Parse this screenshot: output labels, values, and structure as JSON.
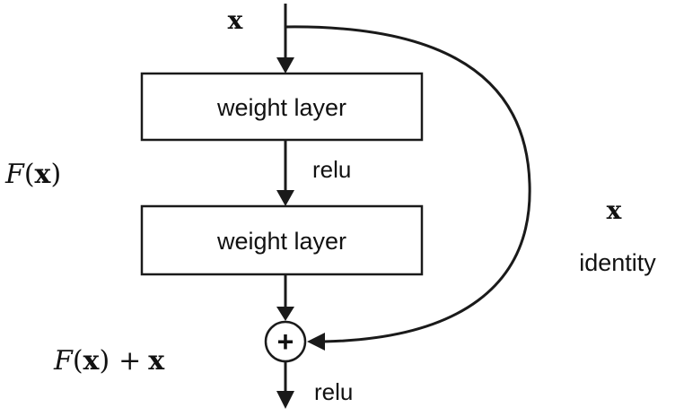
{
  "input_label": "x",
  "layers": [
    {
      "label": "weight layer"
    },
    {
      "label": "weight layer"
    }
  ],
  "activation_mid": "relu",
  "activation_out": "relu",
  "residual_label": {
    "script": "F",
    "open": "(",
    "var": "x",
    "close": ")"
  },
  "sum_label": {
    "script": "F",
    "open": "(",
    "var": "x",
    "close": ")",
    "op": "+",
    "var2": "x"
  },
  "shortcut_label": "x",
  "shortcut_name": "identity",
  "add_symbol": "+"
}
